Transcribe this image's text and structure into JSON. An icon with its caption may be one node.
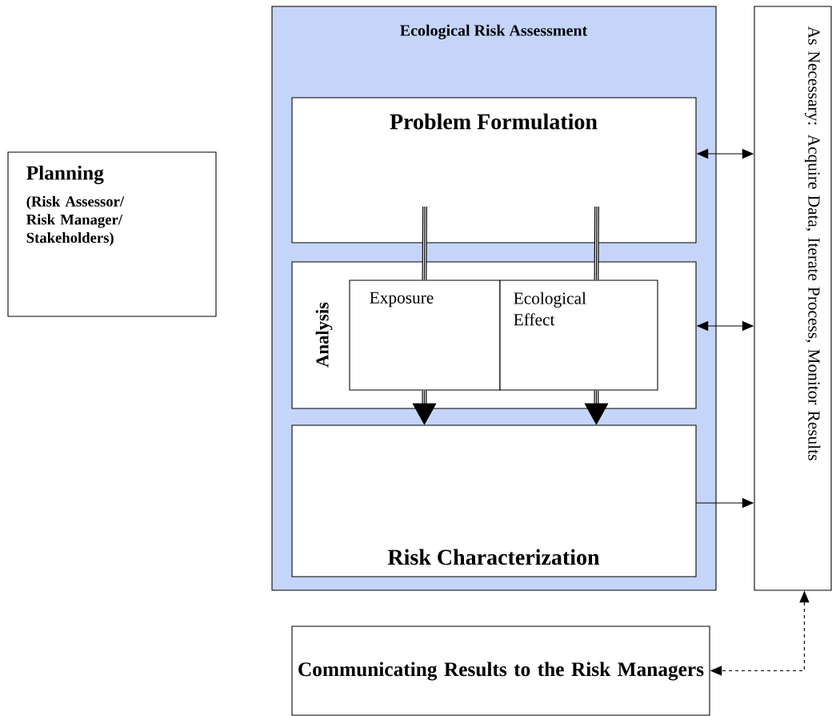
{
  "diagram": {
    "nodes": [
      {
        "text": [
          "Planning",
          "(Risk Assessor/ Risk Manager/ Stakeholders)"
        ]
      },
      {
        "text": [
          "Ecological Risk Assessment"
        ]
      },
      {
        "text": [
          "Problem Formulation"
        ],
        "in": 1
      },
      {
        "text": [
          "Analysis"
        ],
        "in": 1
      },
      {
        "text": [
          "Exposure"
        ],
        "in": 3
      },
      {
        "text": [
          "Ecological Effect"
        ],
        "in": 3
      },
      {
        "text": [
          "Risk Characterization"
        ],
        "in": 1
      },
      {
        "text": [
          "As Necessary:  Acquire Data, Iterate Process, Monitor Results"
        ]
      },
      {
        "text": [
          "Communicating Results to the Risk Managers"
        ]
      }
    ],
    "edges": [
      {
        "from": 2,
        "to": 7,
        "arrow": "both"
      },
      {
        "from": 3,
        "to": 7,
        "arrow": "both"
      },
      {
        "from": 6,
        "to": 7,
        "arrow": "to"
      },
      {
        "from": 7,
        "to": 8,
        "arrow": "both",
        "style": "dashed"
      },
      {
        "from": 2,
        "to": 4,
        "arrow": "none",
        "style": "thick"
      },
      {
        "from": 4,
        "to": 6,
        "arrow": "to",
        "style": "thick"
      },
      {
        "from": 2,
        "to": 5,
        "arrow": "none",
        "style": "thick"
      },
      {
        "from": 5,
        "to": 6,
        "arrow": "to",
        "style": "thick"
      }
    ]
  }
}
